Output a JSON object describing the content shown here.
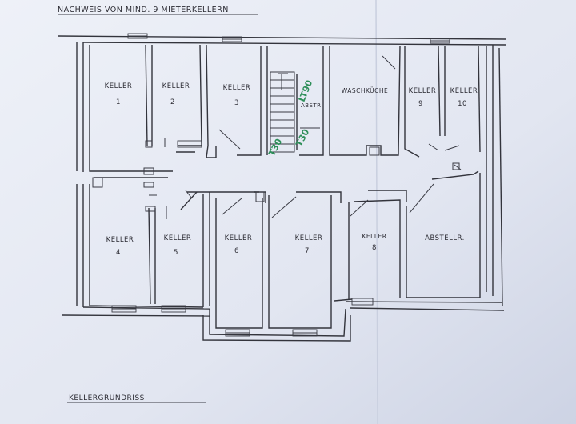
{
  "header": {
    "title": "NACHWEIS VON MIND. 9 MIETERKELLERN"
  },
  "footer": {
    "caption": "KELLERGRUNDRISS"
  },
  "rooms": [
    {
      "id": "keller-1",
      "line1": "KELLER",
      "line2": "1"
    },
    {
      "id": "keller-2",
      "line1": "KELLER",
      "line2": "2"
    },
    {
      "id": "keller-3",
      "line1": "KELLER",
      "line2": "3"
    },
    {
      "id": "waschkueche",
      "line1": "WASCHKÜCHE",
      "line2": ""
    },
    {
      "id": "keller-9",
      "line1": "KELLER",
      "line2": "9"
    },
    {
      "id": "keller-10",
      "line1": "KELLER",
      "line2": "10"
    },
    {
      "id": "keller-4",
      "line1": "KELLER",
      "line2": "4"
    },
    {
      "id": "keller-5",
      "line1": "KELLER",
      "line2": "5"
    },
    {
      "id": "keller-6",
      "line1": "KELLER",
      "line2": "6"
    },
    {
      "id": "keller-7",
      "line1": "KELLER",
      "line2": "7"
    },
    {
      "id": "keller-8",
      "line1": "KELLER",
      "line2": "8"
    },
    {
      "id": "abstellraum",
      "line1": "ABSTELLR.",
      "line2": ""
    }
  ],
  "stair": {
    "label": "ABSTR."
  },
  "annotations": {
    "door_upper": "LT90",
    "door_lower_1": "T30",
    "door_lower_2": "T30",
    "green": "#2f8f5a"
  },
  "colors": {
    "paper": "#e4e8f3",
    "ink": "#33343c",
    "accent": "#2f8f5a"
  }
}
